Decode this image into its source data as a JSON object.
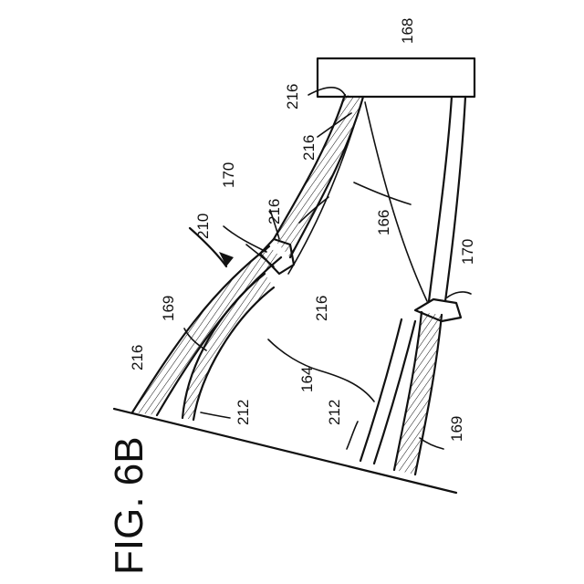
{
  "figure": {
    "caption": "FIG. 6B"
  },
  "reference_numerals": {
    "r168": "168",
    "r216_a": "216",
    "r216_b": "216",
    "r216_c": "216",
    "r216_d": "216",
    "r216_e": "216",
    "r210": "210",
    "r170_a": "170",
    "r170_b": "170",
    "r169_a": "169",
    "r169_b": "169",
    "r166": "166",
    "r164": "164",
    "r212_a": "212",
    "r212_b": "212"
  }
}
